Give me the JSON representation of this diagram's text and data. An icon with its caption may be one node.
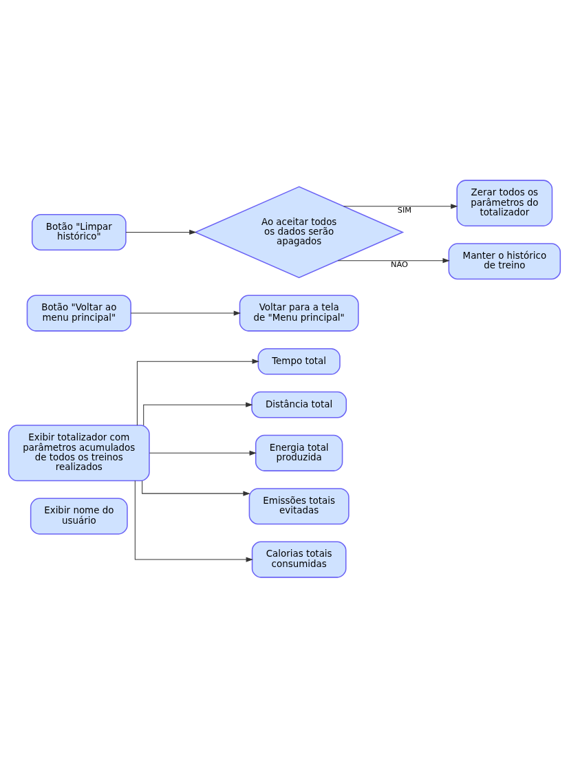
{
  "diagram": {
    "nodes": [
      {
        "text": [
          "Exibir nome do usuário"
        ]
      },
      {
        "text": [
          "Exibir totalizador com parâmetros acumulados de todos os treinos realizados"
        ]
      },
      {
        "text": [
          "Tempo total"
        ]
      },
      {
        "text": [
          "Distância total"
        ]
      },
      {
        "text": [
          "Energia total produzida"
        ]
      },
      {
        "text": [
          "Emissões totais evitadas"
        ]
      },
      {
        "text": [
          "Calorias totais consumidas"
        ]
      },
      {
        "text": [
          "Botão \"Voltar ao menu principal\""
        ]
      },
      {
        "text": [
          "Voltar para a tela de \"Menu principal\""
        ]
      },
      {
        "text": [
          "Botão \"Limpar histórico\""
        ]
      },
      {
        "text": [
          "Ao aceitar todos os dados serão apagados"
        ]
      },
      {
        "text": [
          "Zerar todos os parâmetros do totalizador"
        ]
      },
      {
        "text": [
          "Manter o histórico de treino"
        ]
      }
    ],
    "edges": [
      {
        "from": 1,
        "to": 2,
        "arrow": "to"
      },
      {
        "from": 1,
        "to": 3,
        "arrow": "to"
      },
      {
        "from": 1,
        "to": 4,
        "arrow": "to"
      },
      {
        "from": 1,
        "to": 5,
        "arrow": "to"
      },
      {
        "from": 1,
        "to": 6,
        "arrow": "to"
      },
      {
        "from": 7,
        "to": 8,
        "arrow": "to"
      },
      {
        "from": 9,
        "to": 10,
        "arrow": "to"
      },
      {
        "from": 10,
        "to": 11,
        "label": "SIM",
        "arrow": "to"
      },
      {
        "from": 10,
        "to": 12,
        "label": "NÃO",
        "arrow": "to"
      }
    ]
  }
}
